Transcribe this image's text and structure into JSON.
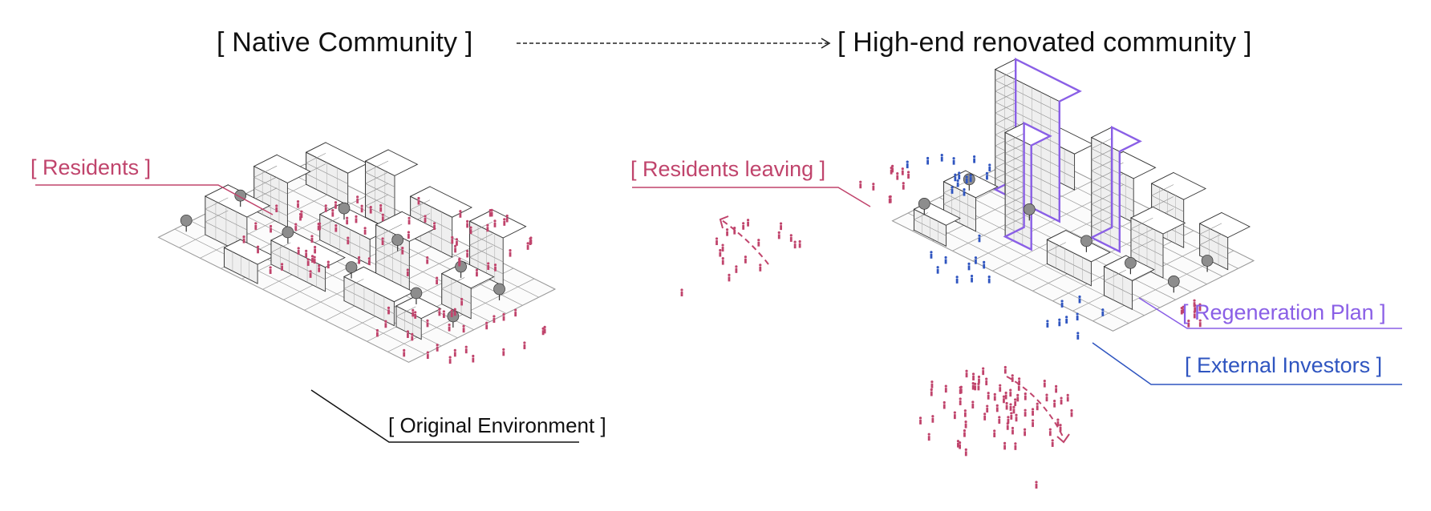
{
  "titles": {
    "before": "[ Native Community ]",
    "after": "[ High-end renovated community ]"
  },
  "labels": {
    "residents": "[ Residents ]",
    "original_environment": "[ Original Environment ]",
    "residents_leaving": "[ Residents leaving ]",
    "regeneration_plan": "[ Regeneration Plan ]",
    "external_investors": "[ External Investors ]"
  },
  "colors": {
    "residents": "#c0446c",
    "regeneration_plan": "#8a5fe6",
    "external_investors": "#2f55c0",
    "ink": "#111111",
    "building_fill": "#ffffff",
    "building_shade": "#cfcfcf",
    "grid": "#9a9a9a"
  },
  "icons": {
    "arrow": "dashed-arrow-icon",
    "person": "person-icon",
    "tree": "tree-icon",
    "building": "building-icon"
  }
}
